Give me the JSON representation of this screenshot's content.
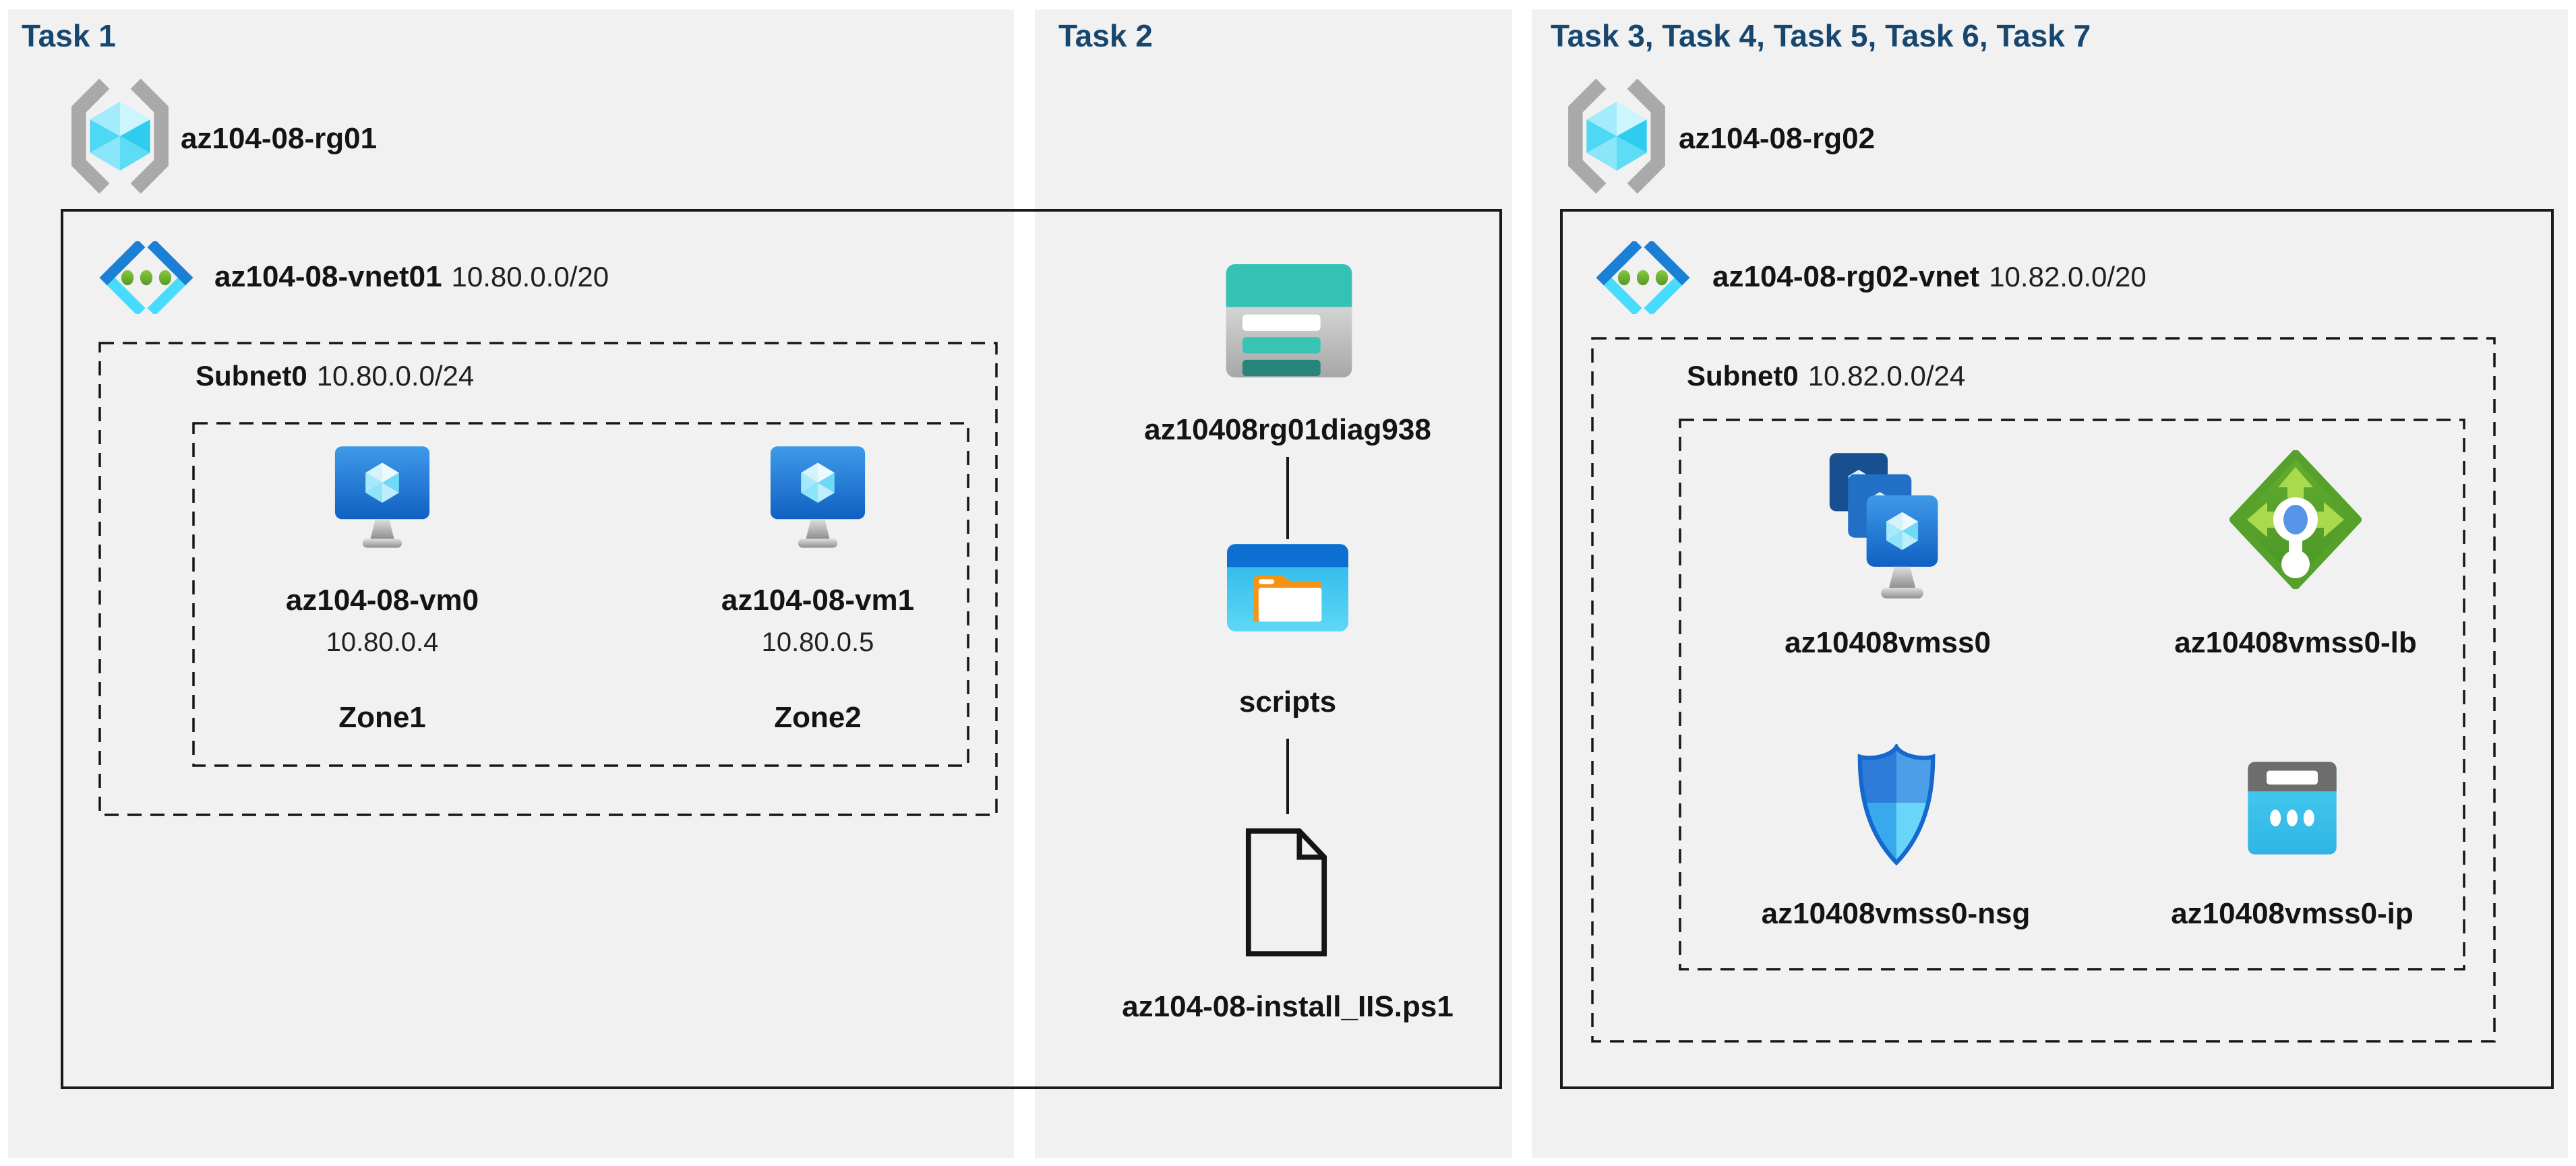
{
  "palette": {
    "page_bg": "#ffffff",
    "panel_bg": "#f1f1f1",
    "heading_color": "#17476f",
    "text_color": "#141414",
    "border_color": "#1a1a1a",
    "storage_teal": "#35c2b4",
    "azure_blue": "#2a7fd8",
    "azure_cyan": "#45d6f4",
    "lb_green": "#55a12b"
  },
  "task1": {
    "heading": "Task 1",
    "resource_group": "az104-08-rg01",
    "vnet": {
      "name": "az104-08-vnet01",
      "cidr": "10.80.0.0/20"
    },
    "subnet": {
      "name": "Subnet0",
      "cidr": "10.80.0.0/24"
    },
    "vms": [
      {
        "name": "az104-08-vm0",
        "ip": "10.80.0.4",
        "zone": "Zone1"
      },
      {
        "name": "az104-08-vm1",
        "ip": "10.80.0.5",
        "zone": "Zone2"
      }
    ]
  },
  "task2": {
    "heading": "Task 2",
    "storage_account": "az10408rg01diag938",
    "container": "scripts",
    "script_file": "az104-08-install_IIS.ps1"
  },
  "task3": {
    "heading": "Task 3, Task 4, Task 5, Task 6, Task 7",
    "resource_group": "az104-08-rg02",
    "vnet": {
      "name": "az104-08-rg02-vnet",
      "cidr": "10.82.0.0/20"
    },
    "subnet": {
      "name": "Subnet0",
      "cidr": "10.82.0.0/24"
    },
    "resources": [
      {
        "name": "az10408vmss0",
        "icon": "vmss-icon"
      },
      {
        "name": "az10408vmss0-lb",
        "icon": "load-balancer-icon"
      },
      {
        "name": "az10408vmss0-nsg",
        "icon": "nsg-icon"
      },
      {
        "name": "az10408vmss0-ip",
        "icon": "public-ip-icon"
      }
    ]
  }
}
